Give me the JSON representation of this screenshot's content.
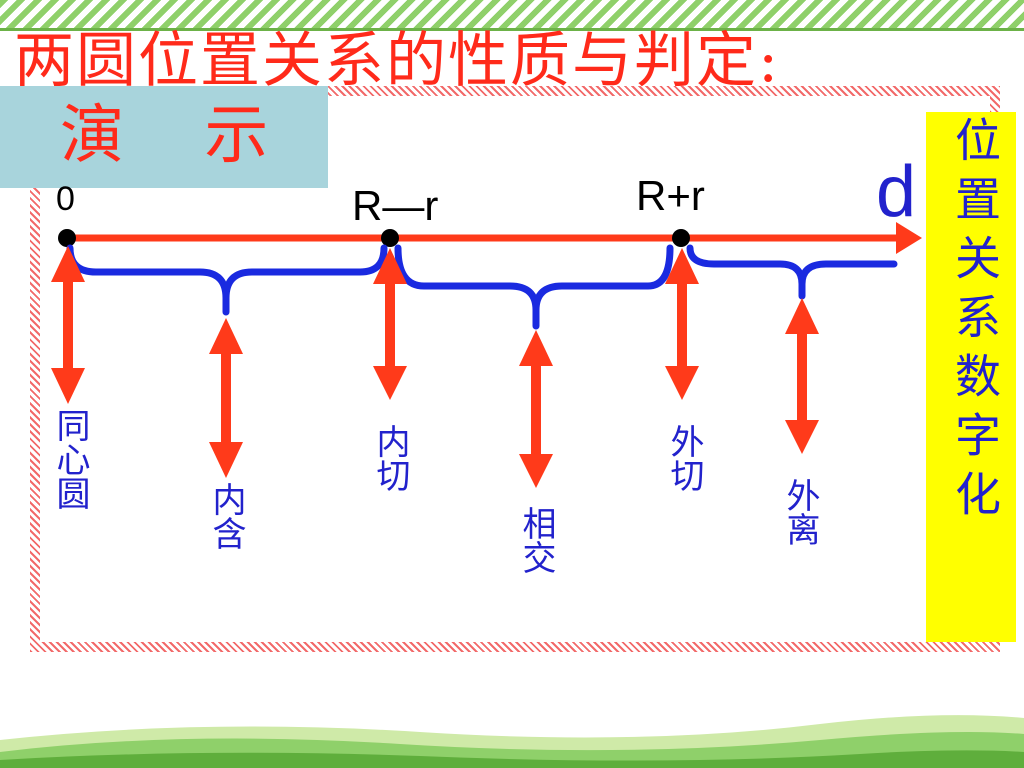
{
  "slide": {
    "title": "两圆位置关系的性质与判定:",
    "demo_label": "演 示"
  },
  "sidebar": {
    "label": "位置关系数字化"
  },
  "axis": {
    "variable": "d",
    "points": [
      {
        "label": "0"
      },
      {
        "label": "R—r"
      },
      {
        "label": "R+r"
      }
    ]
  },
  "relations": {
    "concentric": "同心圆",
    "contained": "内含",
    "internally_tangent": "内切",
    "intersecting": "相交",
    "externally_tangent": "外切",
    "separated": "外离"
  },
  "colors": {
    "title_red": "#ff2a1a",
    "axis_red": "#ff3a1a",
    "brace_blue": "#1a2ae0",
    "label_blue": "#2222cc",
    "side_yellow": "#ffff00",
    "demo_bg": "#a8d4dc",
    "grass_green": "#8fd06a"
  }
}
